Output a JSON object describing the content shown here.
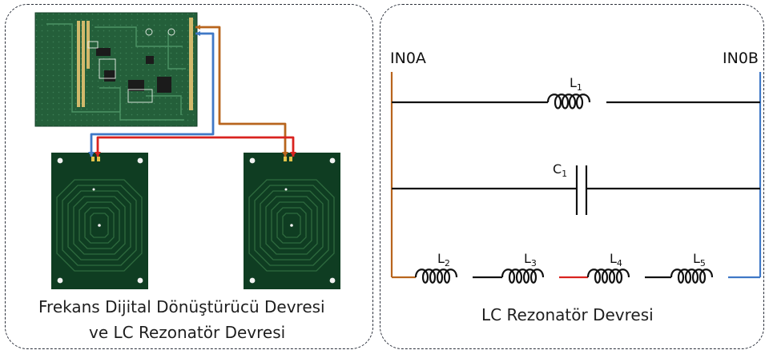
{
  "left": {
    "caption_line1": "Frekans Dijital Dönüştürücü Devresi",
    "caption_line2": "ve LC Rezonatör Devresi"
  },
  "right": {
    "caption": "LC Rezonatör Devresi",
    "terminal_a": "IN0A",
    "terminal_b": "IN0B",
    "components": [
      {
        "name": "L",
        "sub": "1"
      },
      {
        "name": "C",
        "sub": "1"
      },
      {
        "name": "L",
        "sub": "2"
      },
      {
        "name": "L",
        "sub": "3"
      },
      {
        "name": "L",
        "sub": "4"
      },
      {
        "name": "L",
        "sub": "5"
      }
    ]
  },
  "colors": {
    "pcb_green": "#1f5a35",
    "coil_board": "#0f3d22",
    "wire_orange": "#b8651d",
    "wire_red": "#d9231f",
    "wire_blue": "#3f78c6",
    "wire_black": "#111111"
  }
}
